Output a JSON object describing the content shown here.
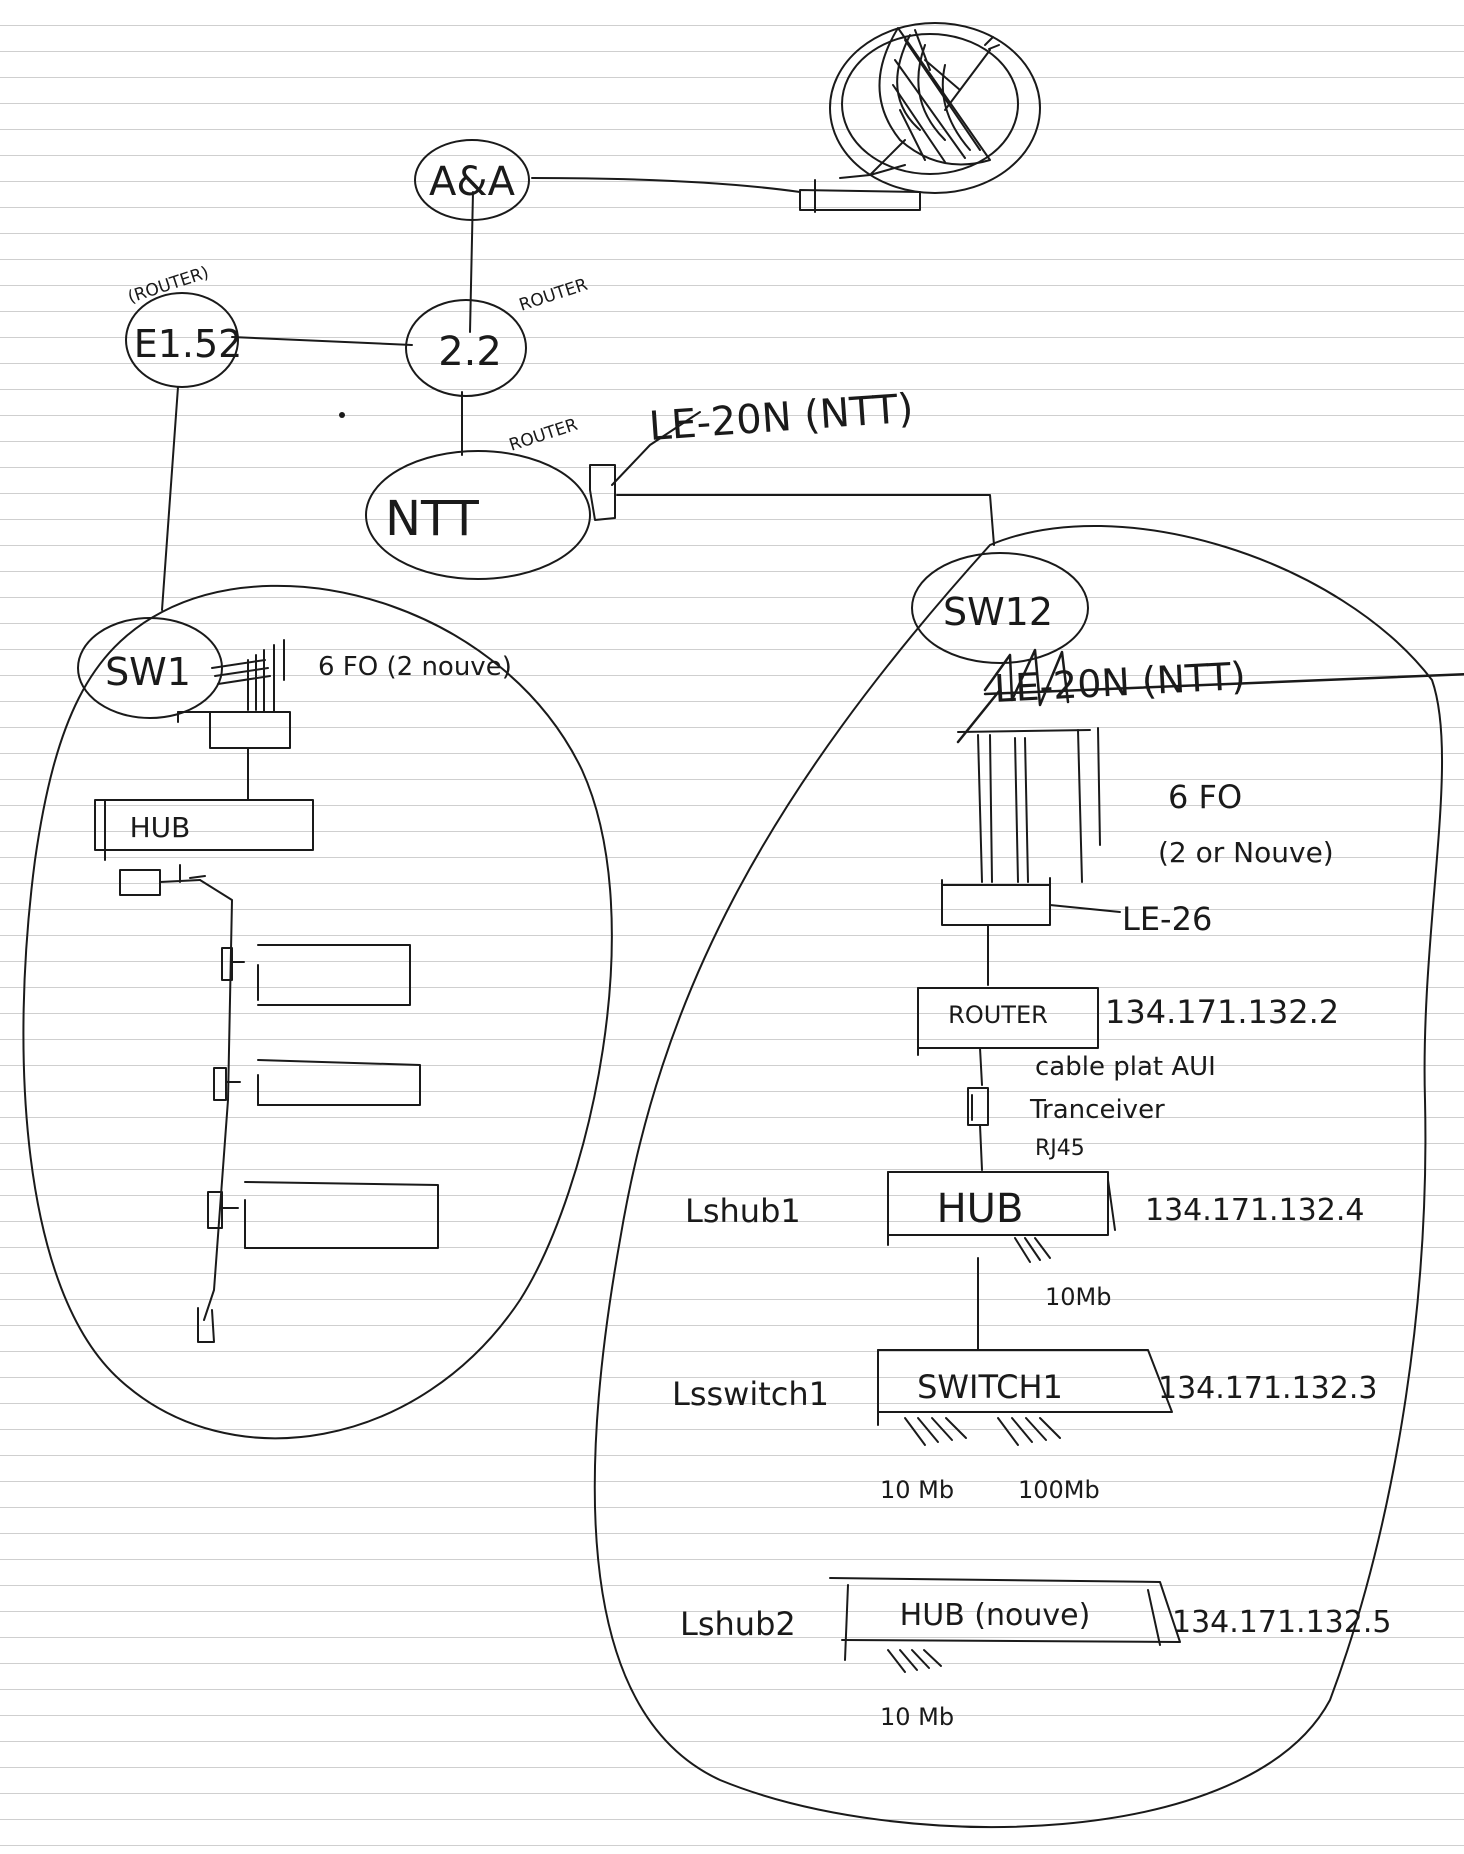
{
  "nodes": {
    "aa": "A&A",
    "e152": "E1.52",
    "e152_tag": "(ROUTER)",
    "n22": "2.2",
    "n22_tag": "ROUTER",
    "ntt": "NTT",
    "ntt_tag": "ROUTER",
    "le20n": "LE-20N (NTT)",
    "sw1": "SW1",
    "sw12": "SW12"
  },
  "left_building": {
    "fiber_label": "6 FO (2 nouve)",
    "hub": "HUB"
  },
  "right_building": {
    "struck_text": "LE-20N (NTT)",
    "fiber_label": "6 FO",
    "fiber_note": "(2 or Nouve)",
    "patch_label": "LE-26",
    "router": "ROUTER",
    "router_ip": "134.171.132.2",
    "cable_note_1": "cable plat AUI",
    "cable_note_2": "Tranceiver",
    "cable_note_3": "RJ45",
    "hub1_name": "Lshub1",
    "hub1_box": "HUB",
    "hub1_ip": "134.171.132.4",
    "hub1_speed": "10Mb",
    "switch_name": "Lsswitch1",
    "switch_box": "SWITCH1",
    "switch_ip": "134.171.132.3",
    "switch_speed_a": "10 Mb",
    "switch_speed_b": "100Mb",
    "hub2_name": "Lshub2",
    "hub2_box": "HUB (nouve)",
    "hub2_ip": "134.171.132.5",
    "hub2_speed": "10 Mb"
  }
}
